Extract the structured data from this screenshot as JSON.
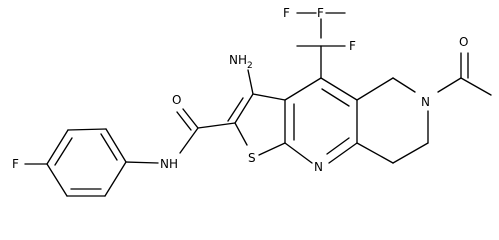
{
  "structure": {
    "atoms": {
      "fluorine_top_left": "F",
      "fluorine_top_center": "F",
      "fluorine_top_right": "F",
      "amine": "NH",
      "amine_subscript": "2",
      "carbonyl_oxygen_amide": "O",
      "acetyl_oxygen": "O",
      "piperidine_nitrogen": "N",
      "amide_nitrogen": "NH",
      "sulfur": "S",
      "pyridine_nitrogen": "N",
      "aryl_fluorine": "F"
    }
  },
  "colors": {
    "ink": "#000000",
    "background": "#ffffff"
  }
}
